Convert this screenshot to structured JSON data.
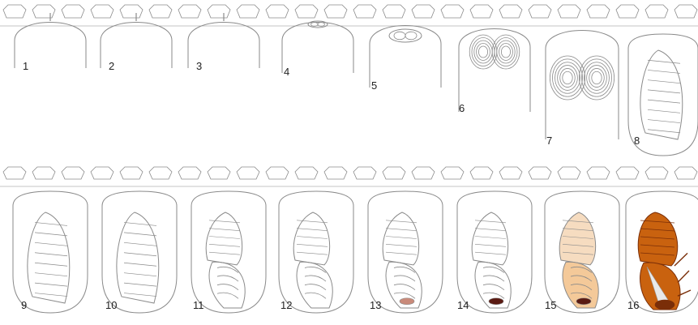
{
  "colors": {
    "line": "#8a8a8a",
    "stage13_eye": "#c98a7a",
    "stage14_eye": "#5a1a12",
    "stage15_body": "#f4c999",
    "stage15_head": "#f6dcc0",
    "stage16_body": "#c9620f",
    "stage16_dark": "#7a2e08"
  },
  "stages": [
    {
      "label": "1",
      "form": "empty cell with egg"
    },
    {
      "label": "2",
      "form": "empty cell with egg"
    },
    {
      "label": "3",
      "form": "empty cell with egg"
    },
    {
      "label": "4",
      "form": "young larva"
    },
    {
      "label": "5",
      "form": "curled larva"
    },
    {
      "label": "6",
      "form": "growing larva"
    },
    {
      "label": "7",
      "form": "mature larva"
    },
    {
      "label": "8",
      "form": "prepupa"
    },
    {
      "label": "9",
      "form": "prepupa"
    },
    {
      "label": "10",
      "form": "prepupa"
    },
    {
      "label": "11",
      "form": "white-eyed pupa"
    },
    {
      "label": "12",
      "form": "white-eyed pupa"
    },
    {
      "label": "13",
      "form": "pink-eyed pupa"
    },
    {
      "label": "14",
      "form": "dark-eyed pupa"
    },
    {
      "label": "15",
      "form": "tanning pupa"
    },
    {
      "label": "16",
      "form": "emerging adult"
    }
  ]
}
